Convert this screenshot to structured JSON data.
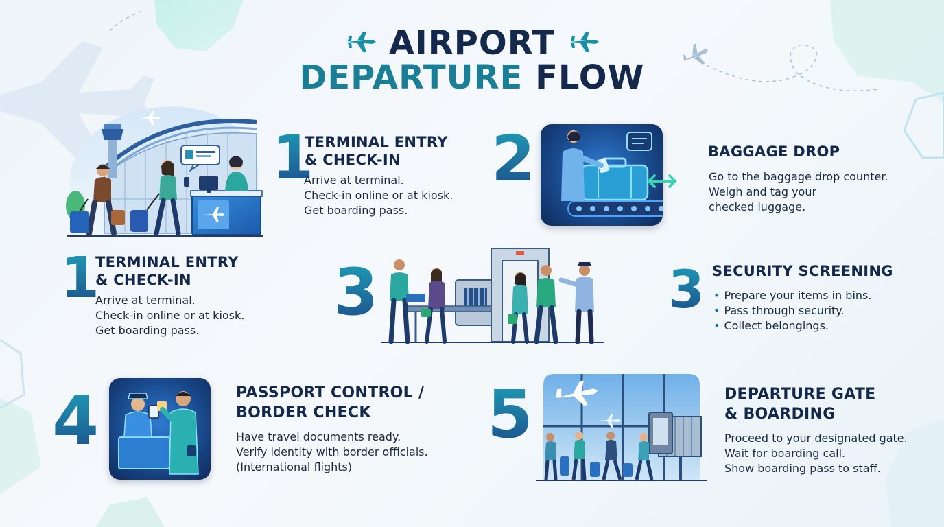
{
  "title": {
    "line1": "AIRPORT",
    "line2_teal": "DEPARTURE",
    "line2_navy": "FLOW"
  },
  "steps": [
    {
      "number": "1",
      "heading": [
        "TERMINAL ENTRY",
        "& CHECK-IN"
      ],
      "lines": [
        "Arrive at terminal.",
        "Check-in online or at kiosk.",
        "Get boarding pass."
      ]
    },
    {
      "number": "2",
      "heading": [
        "BAGGAGE DROP"
      ],
      "lines": [
        "Go to the baggage drop counter.",
        "Weigh and tag your",
        "checked luggage."
      ]
    },
    {
      "number": "1",
      "heading": [
        "TERMINAL ENTRY",
        "& CHECK-IN"
      ],
      "lines": [
        "Arrive at terminal.",
        "Check-in online or at kiosk.",
        "Get boarding pass."
      ]
    },
    {
      "number": "3",
      "heading": [
        "SECURITY SCREENING"
      ],
      "lines": [
        "Prepare your items in bins.",
        "Pass through security.",
        "Collect belongings."
      ]
    },
    {
      "number": "3",
      "heading": [],
      "lines": []
    },
    {
      "number": "4",
      "heading": [
        "PASSPORT CONTROL /",
        "BORDER CHECK"
      ],
      "lines": [
        "Have travel documents ready.",
        "Verify identity with border officials.",
        "(International flights)"
      ]
    },
    {
      "number": "5",
      "heading": [
        "DEPARTURE GATE",
        "& BOARDING"
      ],
      "lines": [
        "Proceed to your designated gate.",
        "Wait for boarding call.",
        "Show boarding pass to staff."
      ]
    }
  ],
  "icons": {
    "plane": "airplane-icon",
    "luggage": "suitcase-icon",
    "scanner": "xray-scanner-icon",
    "officer": "officer-icon",
    "gate": "boarding-gate-icon"
  },
  "colors": {
    "navy": "#14284b",
    "teal": "#1a7f96",
    "accent_blue": "#1c4f8c",
    "tile_blue": "#1a4b8f",
    "mint": "#3fd1b5"
  }
}
